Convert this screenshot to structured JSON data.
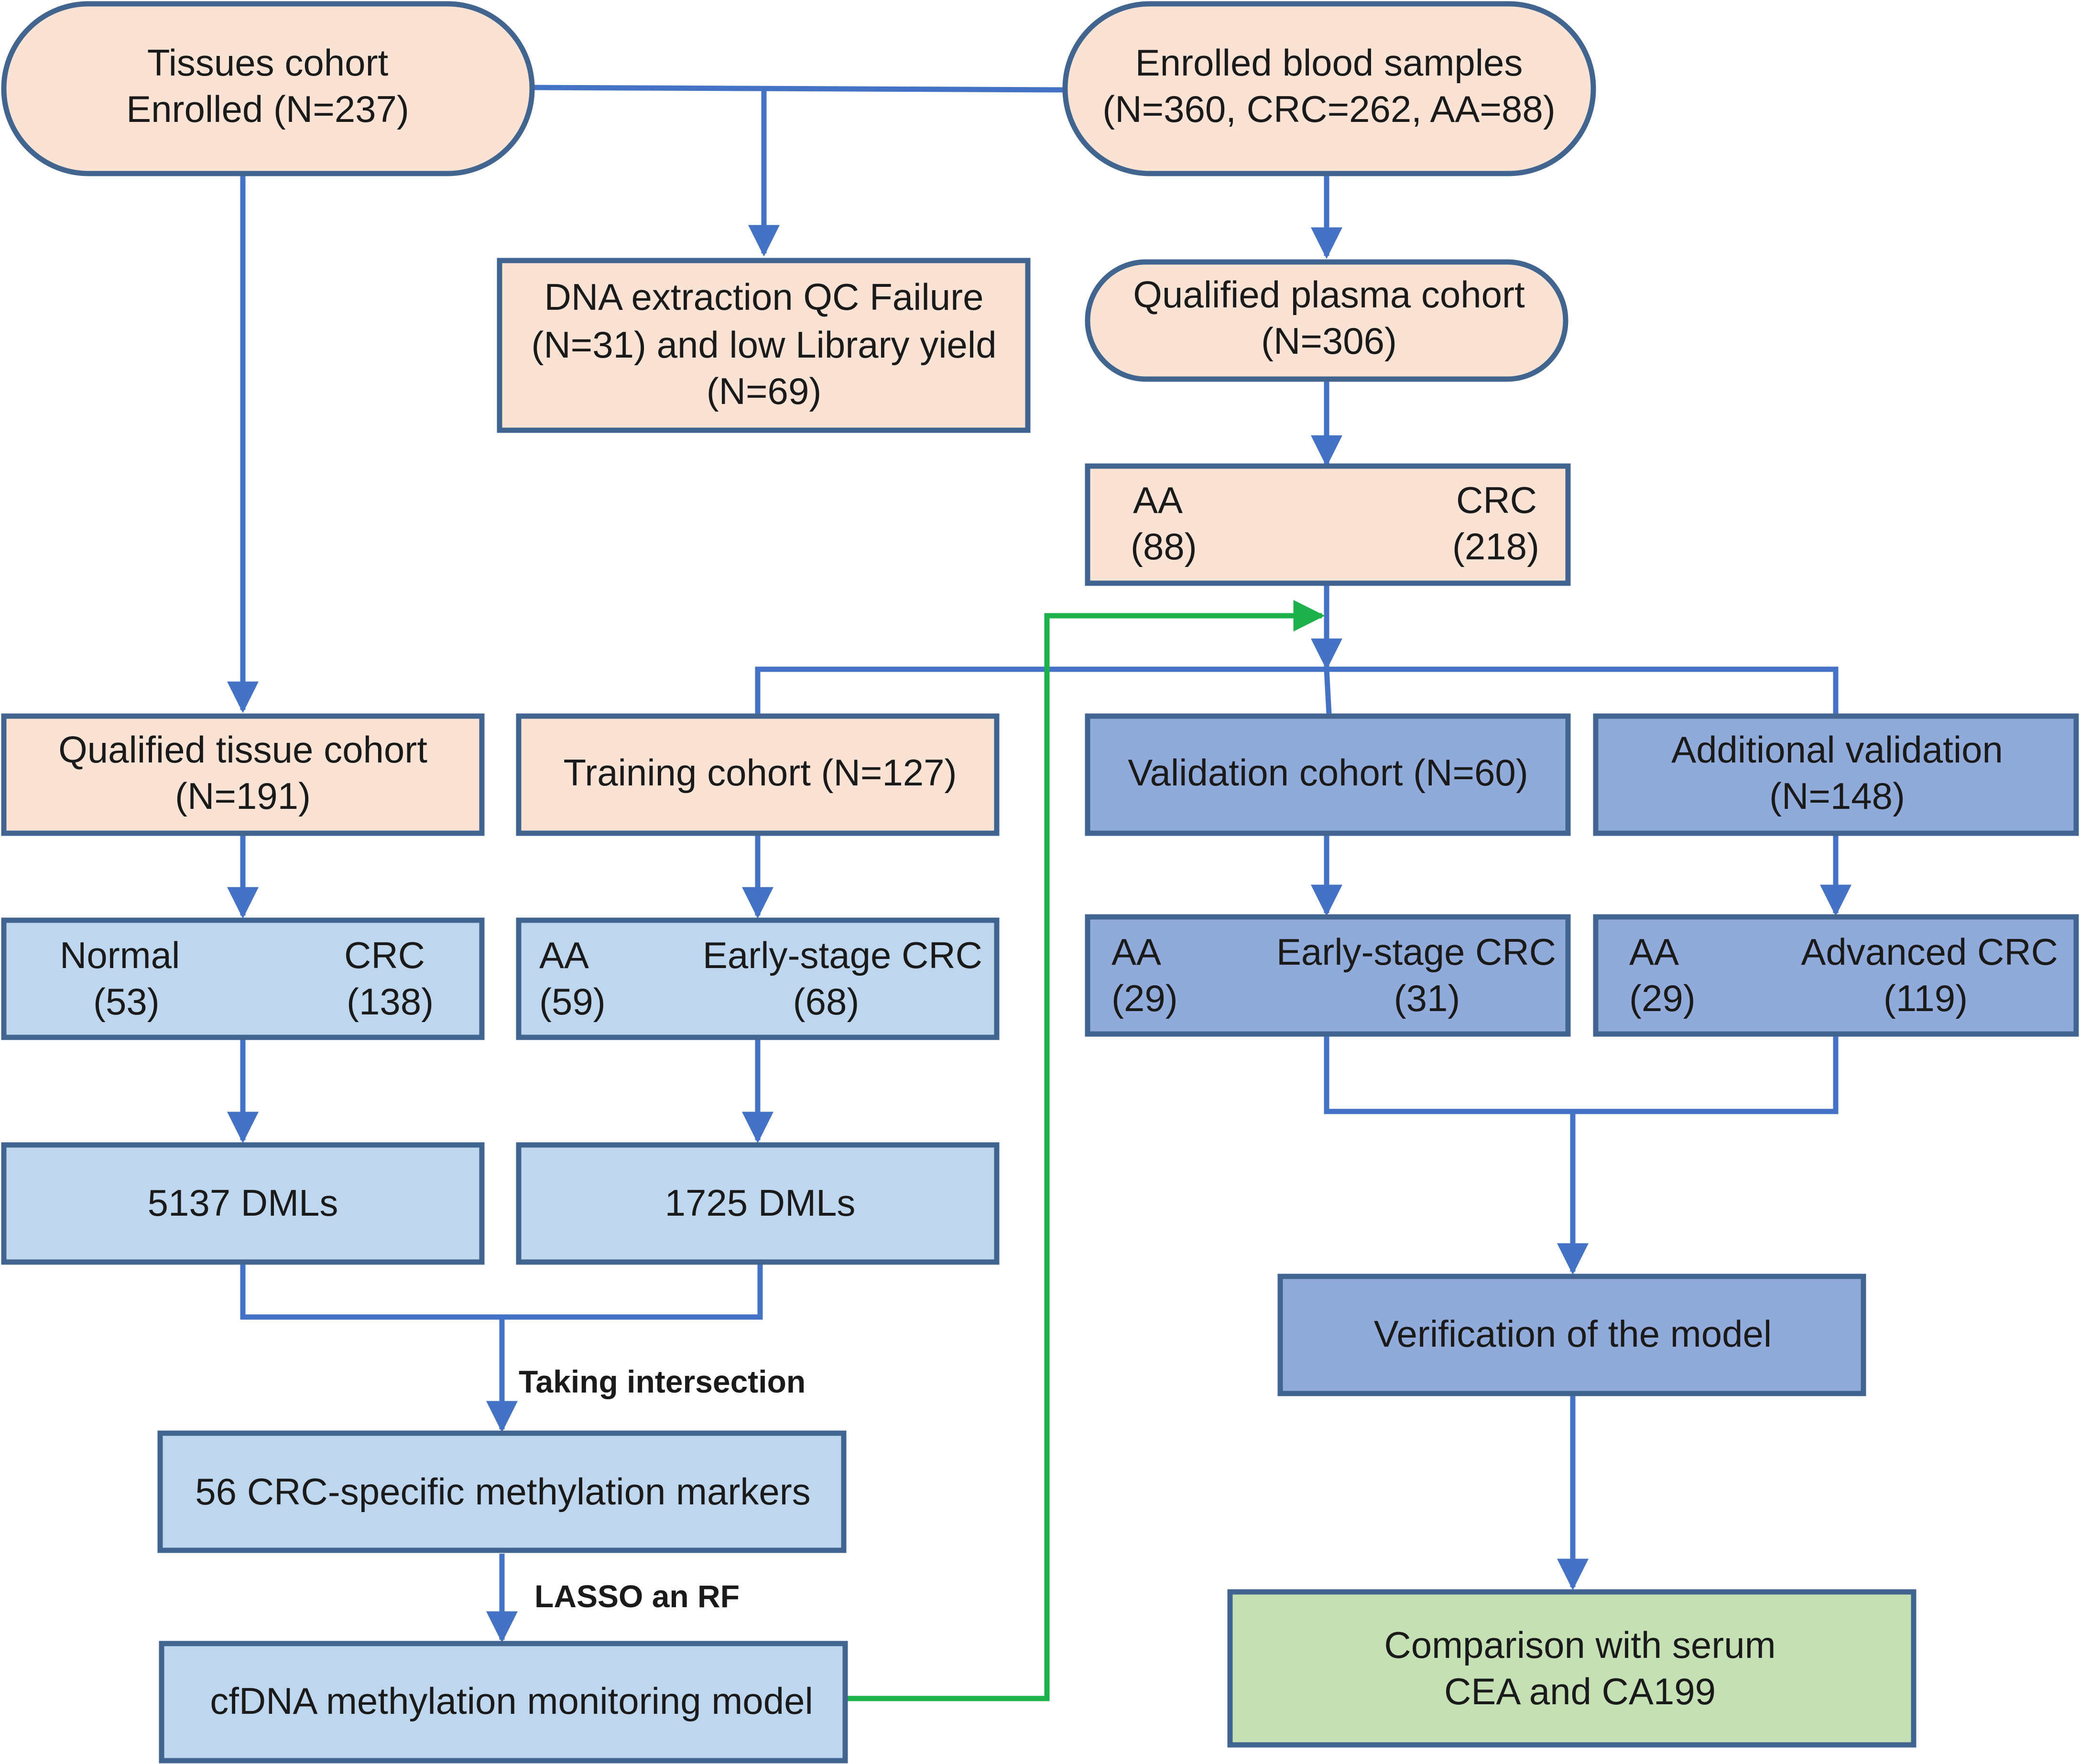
{
  "colors": {
    "peach": "#fae3d4",
    "light_blue": "#bed7ee",
    "mid_blue": "#90aad9",
    "green": "#c6e0b5",
    "border": "#41658f",
    "connector": "#4472c4",
    "feedback_arrow": "#1db14b"
  },
  "nodes": {
    "tissues_cohort": {
      "line1": "Tissues cohort",
      "line2": "Enrolled (N=237)"
    },
    "blood_samples": {
      "line1": "Enrolled blood samples",
      "line2": "(N=360, CRC=262,  AA=88)"
    },
    "qc_failure": {
      "line1": "DNA extraction QC Failure",
      "line2": "(N=31) and low Library yield",
      "line3": "(N=69)"
    },
    "plasma_cohort": {
      "line1": "Qualified plasma cohort",
      "line2": "(N=306)"
    },
    "aa_crc_split": {
      "left_label": "AA",
      "left_value": "(88)",
      "right_label": "CRC",
      "right_value": "(218)"
    },
    "tissue_cohort": {
      "line1": "Qualified tissue cohort",
      "line2": "(N=191)"
    },
    "training_cohort": {
      "line1": "Training cohort (N=127)"
    },
    "validation_cohort": {
      "line1": "Validation cohort (N=60)"
    },
    "additional_validation": {
      "line1": "Additional validation",
      "line2": "(N=148)"
    },
    "tissue_split": {
      "left_label": "Normal",
      "left_value": "(53)",
      "right_label": "CRC",
      "right_value": "(138)"
    },
    "training_split": {
      "left_label": "AA",
      "left_value": "(59)",
      "right_label": "Early-stage CRC",
      "right_value": "(68)"
    },
    "validation_split": {
      "left_label": "AA",
      "left_value": "(29)",
      "right_label": "Early-stage CRC",
      "right_value": "(31)"
    },
    "additional_split": {
      "left_label": "AA",
      "left_value": "(29)",
      "right_label": "Advanced CRC",
      "right_value": "(119)"
    },
    "tissue_dmls": {
      "line1": "5137  DMLs"
    },
    "training_dmls": {
      "line1": "1725  DMLs"
    },
    "markers": {
      "line1": "56 CRC-specific methylation markers"
    },
    "model": {
      "line1": "cfDNA methylation monitoring model"
    },
    "verification": {
      "line1": "Verification of the model"
    },
    "comparison": {
      "line1": "Comparison with serum",
      "line2": "CEA and CA199"
    }
  },
  "edge_labels": {
    "intersection": "Taking intersection",
    "lasso": "LASSO an RF"
  }
}
